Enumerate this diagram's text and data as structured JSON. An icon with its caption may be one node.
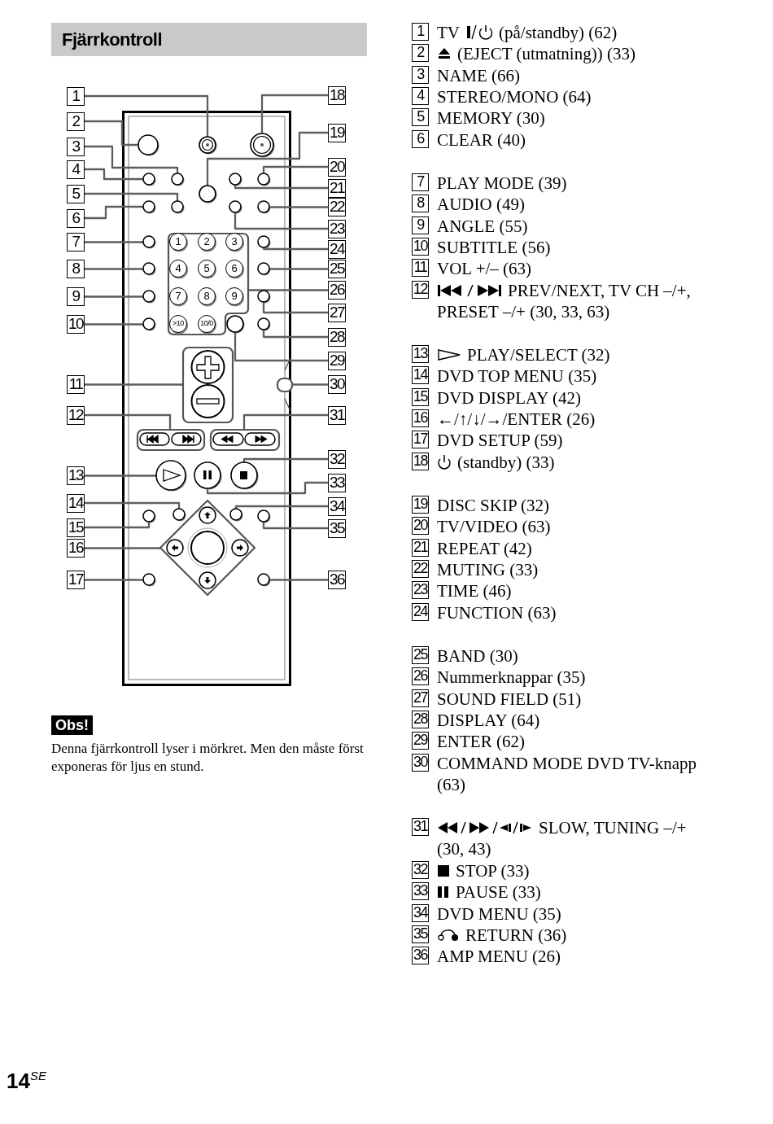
{
  "diagram": {
    "title": "Fjärrkontroll",
    "nodes": [
      {
        "text": [
          "1"
        ]
      },
      {
        "text": [
          "2"
        ]
      },
      {
        "text": [
          "3"
        ]
      },
      {
        "text": [
          "4"
        ]
      },
      {
        "text": [
          "5"
        ]
      },
      {
        "text": [
          "6"
        ]
      },
      {
        "text": [
          "7"
        ]
      },
      {
        "text": [
          "8"
        ]
      },
      {
        "text": [
          "9"
        ]
      },
      {
        "text": [
          "10"
        ]
      },
      {
        "text": [
          "11"
        ]
      },
      {
        "text": [
          "12"
        ]
      },
      {
        "text": [
          "13"
        ]
      },
      {
        "text": [
          "14"
        ]
      },
      {
        "text": [
          "15"
        ]
      },
      {
        "text": [
          "16"
        ]
      },
      {
        "text": [
          "17"
        ]
      },
      {
        "text": [
          "18"
        ]
      },
      {
        "text": [
          "19"
        ]
      },
      {
        "text": [
          "20"
        ]
      },
      {
        "text": [
          "21"
        ]
      },
      {
        "text": [
          "22"
        ]
      },
      {
        "text": [
          "23"
        ]
      },
      {
        "text": [
          "24"
        ]
      },
      {
        "text": [
          "25"
        ]
      },
      {
        "text": [
          "26"
        ]
      },
      {
        "text": [
          "27"
        ]
      },
      {
        "text": [
          "28"
        ]
      },
      {
        "text": [
          "29"
        ]
      },
      {
        "text": [
          "30"
        ]
      },
      {
        "text": [
          "31"
        ]
      },
      {
        "text": [
          "32"
        ]
      },
      {
        "text": [
          "33"
        ]
      },
      {
        "text": [
          "34"
        ]
      },
      {
        "text": [
          "35"
        ]
      },
      {
        "text": [
          "36"
        ]
      },
      {
        "text": [],
        "shape": "circle"
      },
      {
        "text": [],
        "shape": "circle"
      },
      {
        "text": [],
        "shape": "circle"
      },
      {
        "text": [],
        "shape": "circle"
      },
      {
        "text": [],
        "shape": "circle"
      },
      {
        "text": [],
        "shape": "circle"
      },
      {
        "text": [],
        "shape": "circle"
      },
      {
        "text": [],
        "shape": "circle"
      },
      {
        "text": [],
        "shape": "circle"
      },
      {
        "text": [],
        "shape": "circle"
      },
      {
        "text": [],
        "shape": "box"
      },
      {
        "text": [],
        "shape": "box"
      },
      {
        "text": [],
        "shape": "circle"
      },
      {
        "text": [],
        "shape": "circle"
      },
      {
        "text": [],
        "shape": "circle"
      },
      {
        "text": [],
        "shape": "diamond"
      },
      {
        "text": [],
        "shape": "circle"
      },
      {
        "text": [],
        "shape": "circle"
      },
      {
        "text": [],
        "shape": "circle"
      },
      {
        "text": [],
        "shape": "circle"
      },
      {
        "text": [],
        "shape": "circle"
      },
      {
        "text": [],
        "shape": "circle"
      },
      {
        "text": [],
        "shape": "circle"
      },
      {
        "text": [],
        "shape": "circle"
      },
      {
        "text": [],
        "shape": "circle"
      },
      {
        "text": [],
        "shape": "box"
      },
      {
        "text": [],
        "shape": "circle"
      },
      {
        "text": [],
        "shape": "circle"
      },
      {
        "text": [],
        "shape": "circle"
      },
      {
        "text": [],
        "shape": "box"
      },
      {
        "text": [],
        "shape": "box"
      },
      {
        "text": [],
        "shape": "circle"
      },
      {
        "text": [],
        "shape": "circle"
      },
      {
        "text": [],
        "shape": "circle"
      },
      {
        "text": [],
        "shape": "circle"
      },
      {
        "text": [],
        "shape": "circle"
      },
      {
        "text": [
          "1"
        ],
        "in": 61
      },
      {
        "text": [
          "2"
        ],
        "in": 61
      },
      {
        "text": [
          "3"
        ],
        "in": 61
      },
      {
        "text": [
          "4"
        ],
        "in": 61
      },
      {
        "text": [
          "5"
        ],
        "in": 61
      },
      {
        "text": [
          "6"
        ],
        "in": 61
      },
      {
        "text": [
          "7"
        ],
        "in": 61
      },
      {
        "text": [
          "8"
        ],
        "in": 61
      },
      {
        "text": [
          "9"
        ],
        "in": 61
      },
      {
        "text": [
          ">10"
        ],
        "in": 61
      },
      {
        "text": [
          "10/0"
        ],
        "in": 61
      }
    ],
    "edges": [
      {
        "from": 0,
        "to": 36,
        "arrow": "none"
      },
      {
        "from": 1,
        "to": 37,
        "arrow": "none"
      },
      {
        "from": 2,
        "to": 38,
        "arrow": "none"
      },
      {
        "from": 3,
        "to": 39,
        "arrow": "none"
      },
      {
        "from": 4,
        "to": 40,
        "arrow": "none"
      },
      {
        "from": 5,
        "to": 41,
        "arrow": "none"
      },
      {
        "from": 6,
        "to": 42,
        "arrow": "none"
      },
      {
        "from": 7,
        "to": 43,
        "arrow": "none"
      },
      {
        "from": 8,
        "to": 44,
        "arrow": "none"
      },
      {
        "from": 9,
        "to": 45,
        "arrow": "none"
      },
      {
        "from": 10,
        "to": 46,
        "arrow": "none"
      },
      {
        "from": 11,
        "to": 47,
        "arrow": "none"
      },
      {
        "from": 12,
        "to": 48,
        "arrow": "none"
      },
      {
        "from": 13,
        "to": 49,
        "arrow": "none"
      },
      {
        "from": 14,
        "to": 50,
        "arrow": "none"
      },
      {
        "from": 15,
        "to": 51,
        "arrow": "none"
      },
      {
        "from": 16,
        "to": 52,
        "arrow": "none"
      },
      {
        "from": 17,
        "to": 53,
        "arrow": "none"
      },
      {
        "from": 18,
        "to": 54,
        "arrow": "none"
      },
      {
        "from": 19,
        "to": 55,
        "arrow": "none"
      },
      {
        "from": 20,
        "to": 56,
        "arrow": "none"
      },
      {
        "from": 21,
        "to": 57,
        "arrow": "none"
      },
      {
        "from": 22,
        "to": 58,
        "arrow": "none"
      },
      {
        "from": 23,
        "to": 59,
        "arrow": "none"
      },
      {
        "from": 24,
        "to": 60,
        "arrow": "none"
      },
      {
        "from": 25,
        "to": 61,
        "arrow": "none"
      },
      {
        "from": 26,
        "to": 62,
        "arrow": "none"
      },
      {
        "from": 27,
        "to": 63,
        "arrow": "none"
      },
      {
        "from": 28,
        "to": 64,
        "arrow": "none"
      },
      {
        "from": 29,
        "to": 65,
        "arrow": "none"
      },
      {
        "from": 30,
        "to": 66,
        "arrow": "none"
      },
      {
        "from": 31,
        "to": 67,
        "arrow": "none"
      },
      {
        "from": 32,
        "to": 68,
        "arrow": "none"
      },
      {
        "from": 33,
        "to": 69,
        "arrow": "none"
      },
      {
        "from": 34,
        "to": 70,
        "arrow": "none"
      },
      {
        "from": 35,
        "to": 71,
        "arrow": "none"
      }
    ],
    "labels": [
      "1",
      "TV",
      "(på/standby) (62)",
      "2",
      "(EJECT (utmatning)) (33)",
      "3",
      "NAME (66)",
      "4",
      "STEREO/MONO (64)",
      "5",
      "MEMORY (30)",
      "6",
      "CLEAR (40)",
      "7",
      "PLAY MODE (39)",
      "8",
      "AUDIO (49)",
      "9",
      "ANGLE (55)",
      "10",
      "SUBTITLE (56)",
      "11",
      "VOL +/– (63)",
      "12",
      "PREV/NEXT, TV CH –/+, PRESET –/+ (30, 33, 63)",
      "13",
      "PLAY/SELECT (32)",
      "14",
      "DVD TOP MENU (35)",
      "15",
      "DVD DISPLAY (42)",
      "16",
      "←/↑/↓/→/ENTER (26)",
      "17",
      "DVD SETUP (59)",
      "18",
      "(standby) (33)",
      "19",
      "DISC SKIP (32)",
      "20",
      "TV/VIDEO (63)",
      "21",
      "REPEAT (42)",
      "22",
      "MUTING (33)",
      "23",
      "TIME (46)",
      "24",
      "FUNCTION (63)",
      "25",
      "BAND (30)",
      "26",
      "Nummerknappar (35)",
      "27",
      "SOUND FIELD (51)",
      "28",
      "DISPLAY (64)",
      "29",
      "ENTER (62)",
      "30",
      "COMMAND MODE DVD TV-knapp (63)",
      "31",
      "SLOW, TUNING –/+ (30, 43)",
      "32",
      "STOP (33)",
      "33",
      "PAUSE (33)",
      "34",
      "DVD MENU (35)",
      "35",
      "RETURN (36)",
      "36",
      "AMP MENU (26)",
      "Obs!",
      "Denna fjärrkontroll lyser i mörkret. Men den måste först exponeras för ljus en stund.",
      "14$^{SE}$"
    ]
  }
}
